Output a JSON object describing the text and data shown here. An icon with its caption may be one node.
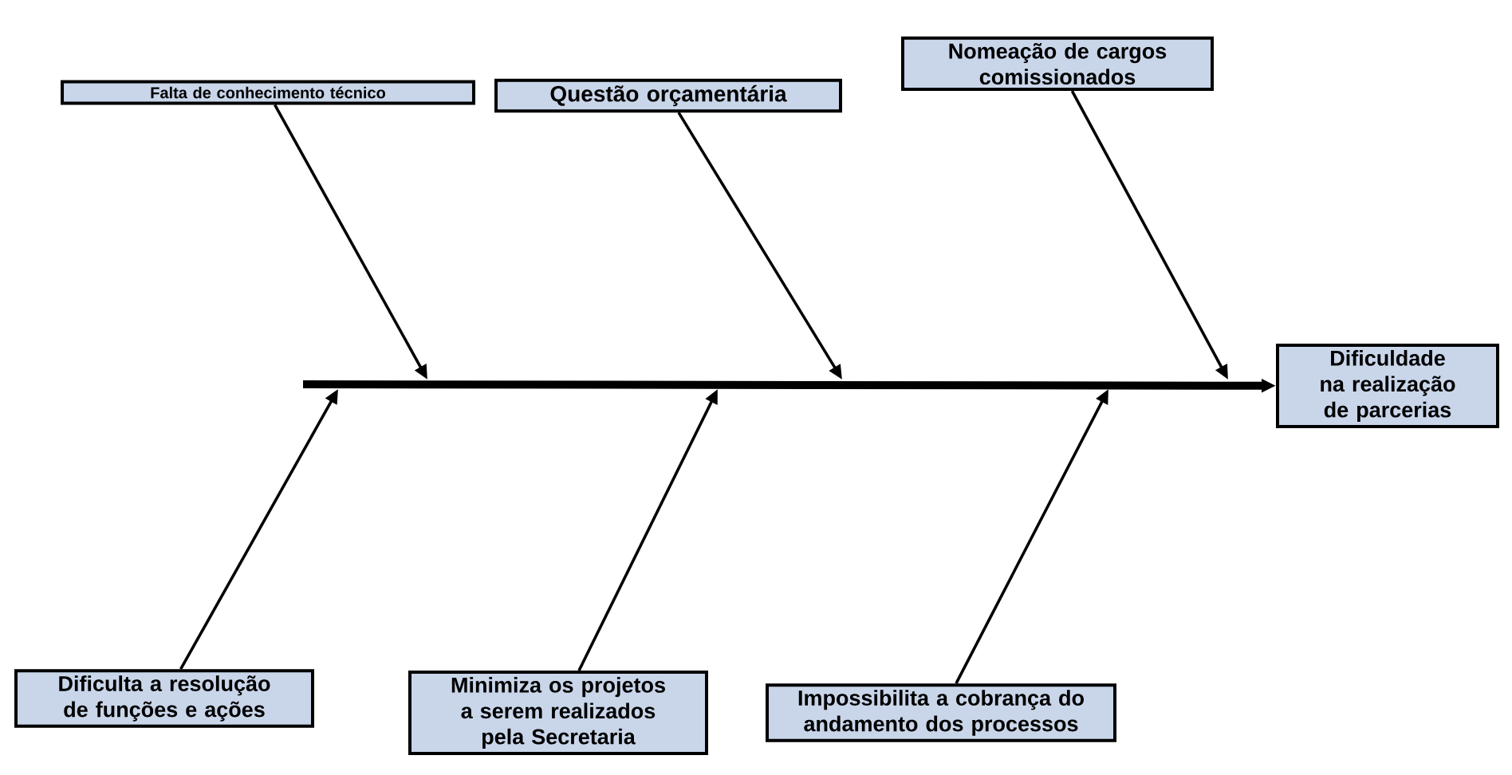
{
  "diagram": {
    "nodes": [
      {
        "text": [
          "Falta de conhecimento técnico"
        ]
      },
      {
        "text": [
          "Questão orçamentária"
        ]
      },
      {
        "text": [
          "Nomeação de cargos comissionados"
        ]
      },
      {
        "text": [
          "Dificuldade na realização de parcerias"
        ]
      },
      {
        "text": [
          "Dificulta a resolução de funções e ações"
        ]
      },
      {
        "text": [
          "Minimiza os projetos a serem realizados pela Secretaria"
        ]
      },
      {
        "text": [
          "Impossibilita a cobrança do andamento dos processos"
        ]
      }
    ],
    "edges": [
      {
        "from": null,
        "to": 3,
        "arrow": "to",
        "style": "thick"
      },
      {
        "from": 0,
        "to": null,
        "arrow": "to"
      },
      {
        "from": 1,
        "to": null,
        "arrow": "to"
      },
      {
        "from": 2,
        "to": null,
        "arrow": "to"
      },
      {
        "from": 4,
        "to": null,
        "arrow": "to"
      },
      {
        "from": 5,
        "to": null,
        "arrow": "to"
      },
      {
        "from": 6,
        "to": null,
        "arrow": "to"
      }
    ]
  }
}
